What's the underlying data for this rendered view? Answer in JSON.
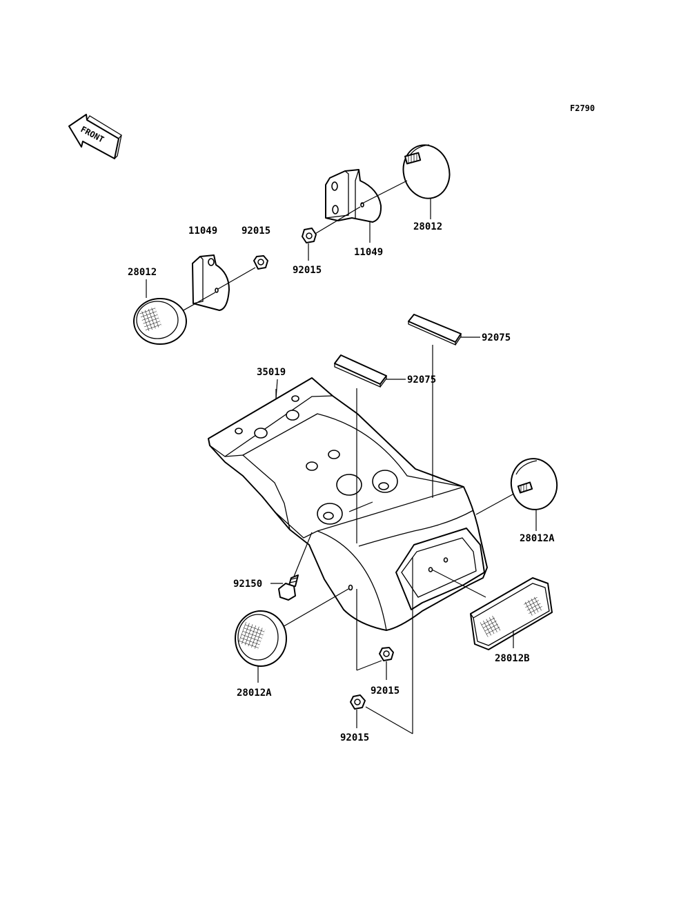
{
  "figure_code": "F2790",
  "front_label": "FRONT",
  "labels": {
    "bracket_right": "11049",
    "nut_right": "92015",
    "reflector_top_right": "28012",
    "bracket_left": "11049",
    "nut_left": "92015",
    "reflector_top_left": "28012",
    "pad_upper": "92075",
    "pad_lower": "92075",
    "fender": "35019",
    "reflector_side_right": "28012A",
    "bolt": "92150",
    "reflector_side_left": "28012A",
    "reflector_rear": "28012B",
    "nut_bottom_right": "92015",
    "nut_bottom_left": "92015"
  },
  "colors": {
    "line": "#000000",
    "background": "#ffffff"
  }
}
